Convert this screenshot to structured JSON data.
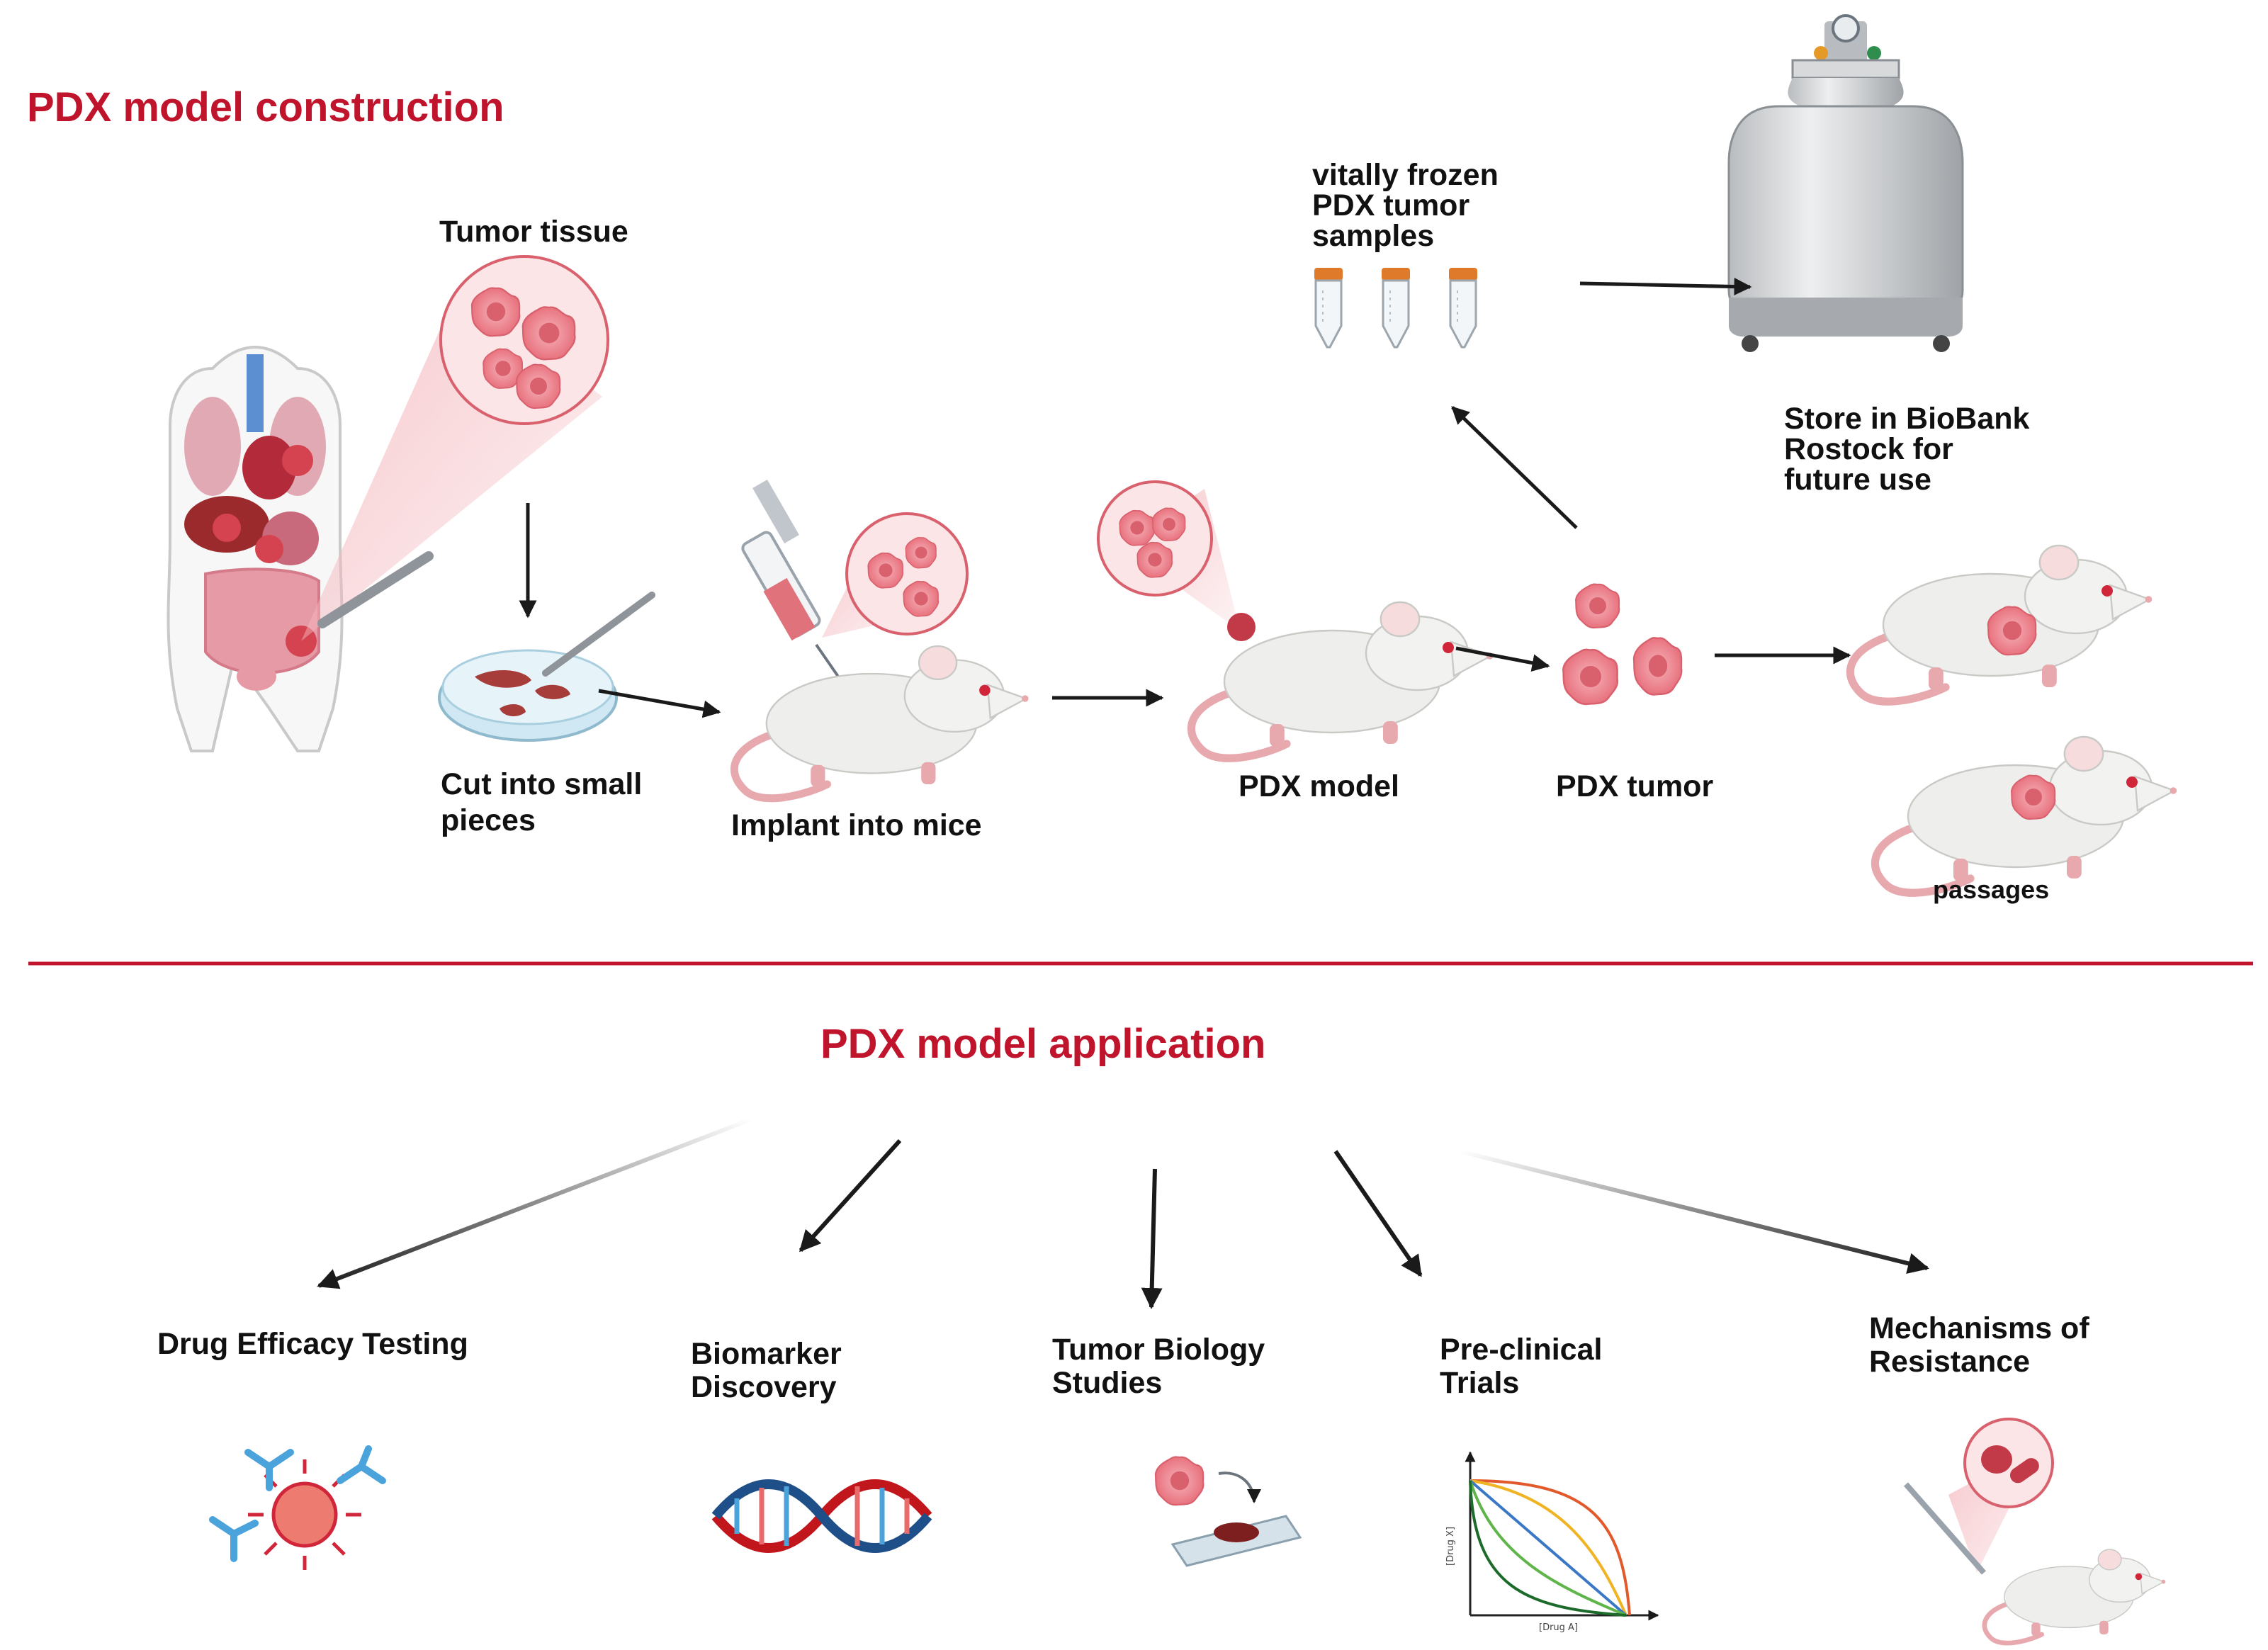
{
  "construction": {
    "title": "PDX model construction",
    "tumor_tissue": "Tumor tissue",
    "cut_pieces": [
      "Cut into small",
      "pieces"
    ],
    "implant": "Implant into mice",
    "pdx_model": "PDX model",
    "pdx_tumor": "PDX tumor",
    "frozen": [
      "vitally frozen",
      "PDX tumor",
      "samples"
    ],
    "store": [
      "Store in BioBank",
      "Rostock for",
      "future use"
    ],
    "passages": "passages"
  },
  "application": {
    "title": "PDX model application",
    "items": [
      {
        "lines": [
          "Drug Efficacy Testing"
        ]
      },
      {
        "lines": [
          "Biomarker",
          "Discovery"
        ]
      },
      {
        "lines": [
          "Tumor Biology",
          "Studies"
        ]
      },
      {
        "lines": [
          "Pre-clinical",
          "Trials"
        ]
      },
      {
        "lines": [
          "Mechanisms of",
          "Resistance"
        ]
      }
    ],
    "axis_y": "[Drug X]",
    "axis_x": "[Drug A]"
  },
  "colors": {
    "accent": "#c0142c",
    "tumor": "#e8737f",
    "mouse": "#eeeeec"
  }
}
